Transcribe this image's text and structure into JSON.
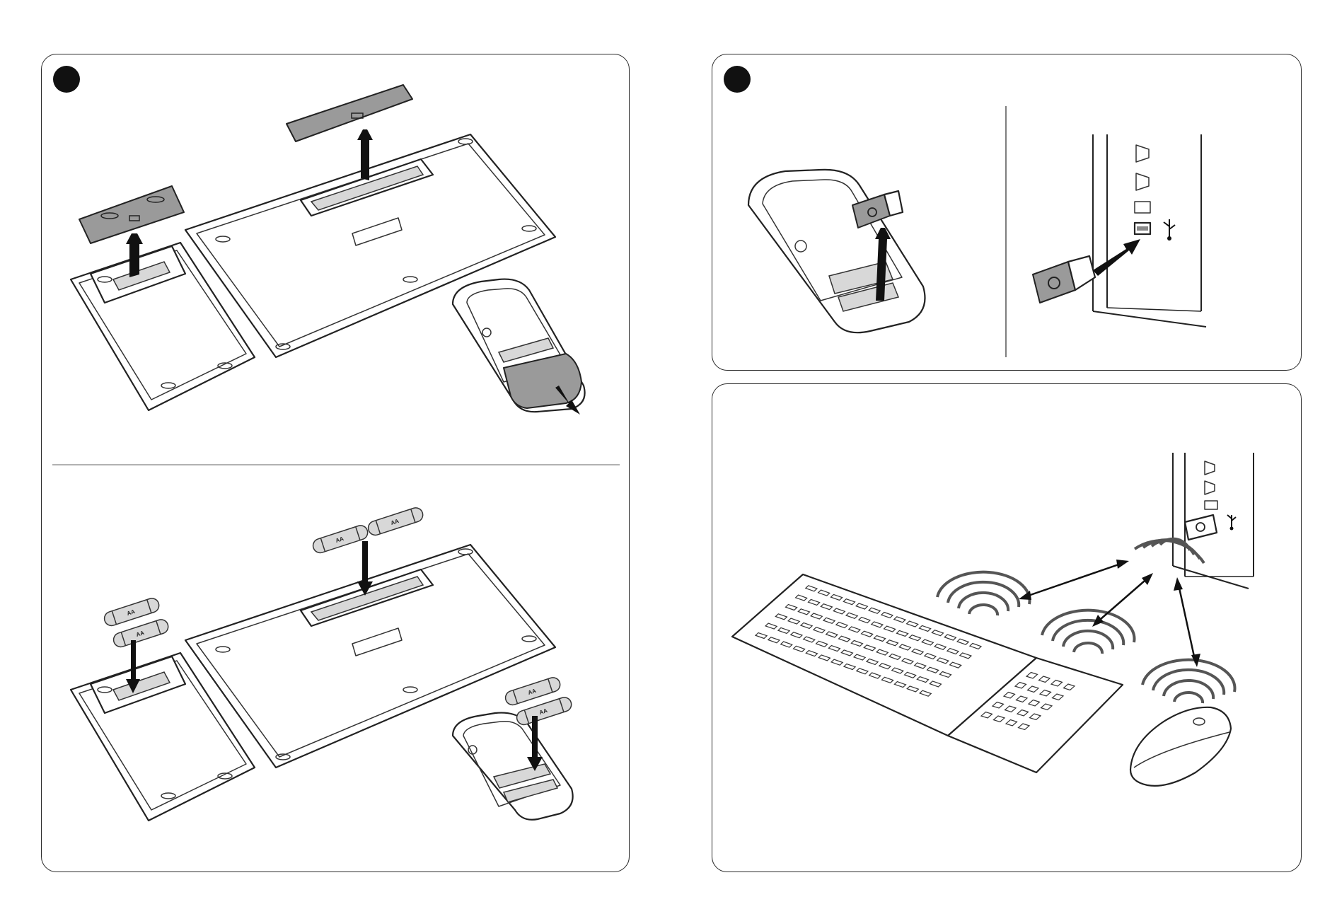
{
  "panels": {
    "left": {
      "step_marker": "step-1"
    },
    "top_right": {
      "step_marker": "step-2"
    },
    "bottom_right": {}
  },
  "battery_label": "AA",
  "icons": [
    "usb-icon",
    "wireless-signal-icon"
  ]
}
